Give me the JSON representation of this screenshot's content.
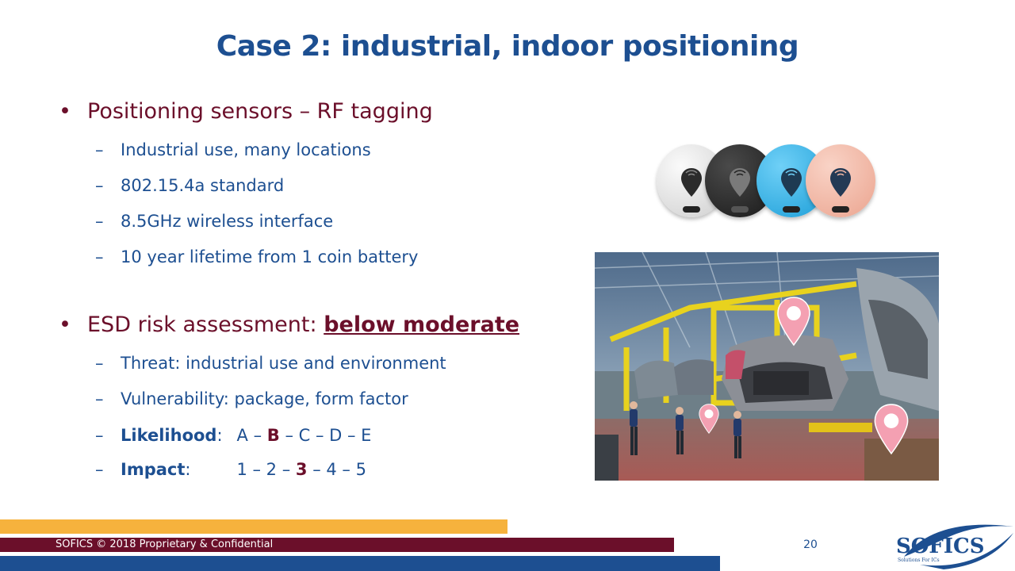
{
  "slide": {
    "title": "Case 2: industrial, indoor positioning",
    "bullet1": {
      "marker": "•",
      "text": "Positioning sensors – RF tagging",
      "subitems": [
        "Industrial use, many locations",
        "802.15.4a standard",
        "8.5GHz wireless interface",
        "10 year lifetime from 1 coin battery"
      ]
    },
    "bullet2": {
      "marker": "•",
      "prefix": "ESD risk assessment: ",
      "highlight": "below moderate",
      "subitems": [
        "Threat: industrial use and environment",
        "Vulnerability: package, form factor"
      ],
      "likelihood": {
        "label": "Likelihood",
        "colon": ":",
        "before": "A – ",
        "selected": "B",
        "after": " – C – D – E"
      },
      "impact": {
        "label": "Impact",
        "colon": ":",
        "before": "1 – 2 – ",
        "selected": "3",
        "after": " – 4 – 5"
      }
    },
    "dash": "–"
  },
  "footer": {
    "text": "SOFICS © 2018 Proprietary & Confidential",
    "page_number": "20",
    "logo_name": "SOFICS",
    "logo_tagline": "Solutions For ICs"
  },
  "colors": {
    "title_blue": "#1d4f91",
    "bullet_red": "#6b0f2a",
    "footer_yellow": "#f6b23d",
    "footer_red": "#6b0f2a",
    "footer_blue": "#1d4f91",
    "tag_white": "#e6e6e6",
    "tag_black": "#262626",
    "tag_blue": "#2eb2ec",
    "tag_peach": "#f3b7a3"
  },
  "icons": {
    "tag_pin": "location-pin-icon",
    "map_marker": "map-marker-icon"
  }
}
